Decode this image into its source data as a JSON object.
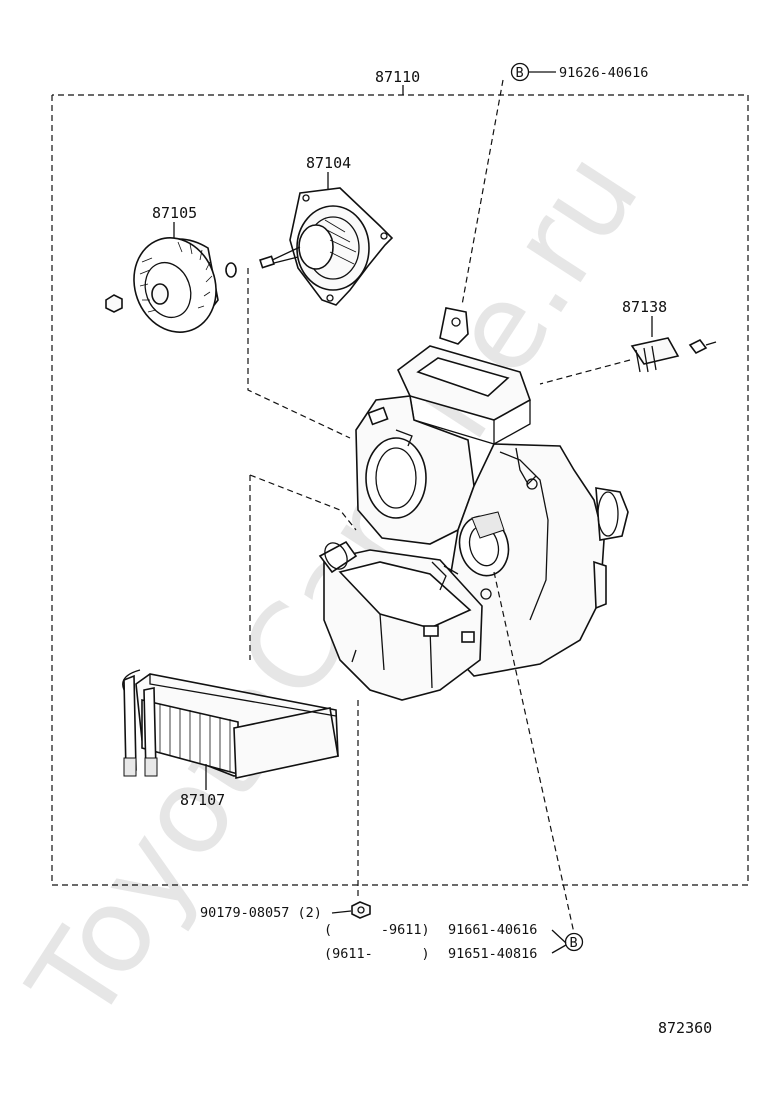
{
  "diagram": {
    "watermark": "ToyotaCar4ine.ru",
    "assembly_label": "87110",
    "callouts": {
      "blower_motor": "87104",
      "fan": "87105",
      "resistor": "87138",
      "heater_core": "87107"
    },
    "ref_b_top": {
      "marker": "B",
      "part_no": "91626-40616"
    },
    "bottom_notes": {
      "nut_part": "90179-08057 (2)",
      "row1_range": "(      -9611)",
      "row1_part": "91661-40616",
      "row2_range": "(9611-      )",
      "row2_part": "91651-40816",
      "marker": "B"
    },
    "diagram_id": "872360"
  }
}
